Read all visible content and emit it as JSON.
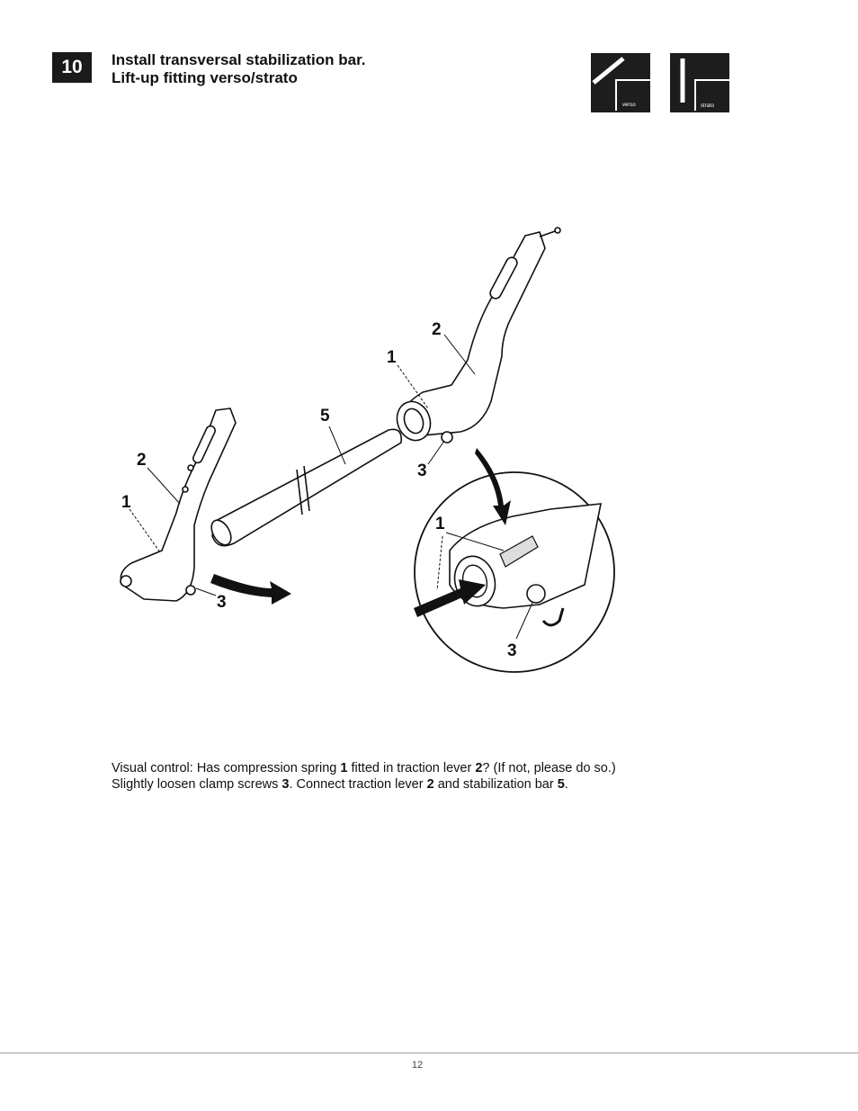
{
  "header": {
    "step_number": "10",
    "title_line1": "Install transversal stabilization bar.",
    "title_line2": "Lift-up fitting verso/strato",
    "icons": [
      {
        "label": "verso",
        "icon": "verso-mode-icon"
      },
      {
        "label": "strato",
        "icon": "strato-mode-icon"
      }
    ]
  },
  "figure": {
    "callouts": {
      "upper_lever_2": "2",
      "upper_spring_1": "1",
      "bar_5": "5",
      "upper_screw_3": "3",
      "left_lever_2": "2",
      "left_spring_1": "1",
      "left_screw_3": "3",
      "detail_spring_1": "1",
      "detail_screw_3": "3"
    }
  },
  "caption": {
    "line1_parts": [
      "Visual control:  Has compression spring ",
      "1",
      " fitted in traction lever ",
      "2",
      "?  (If not, please do so.)"
    ],
    "line2_parts": [
      "Slightly loosen clamp screws ",
      "3",
      ". Connect traction lever ",
      "2",
      " and stabilization bar ",
      "5",
      "."
    ]
  },
  "footer": {
    "page_number": "12"
  }
}
